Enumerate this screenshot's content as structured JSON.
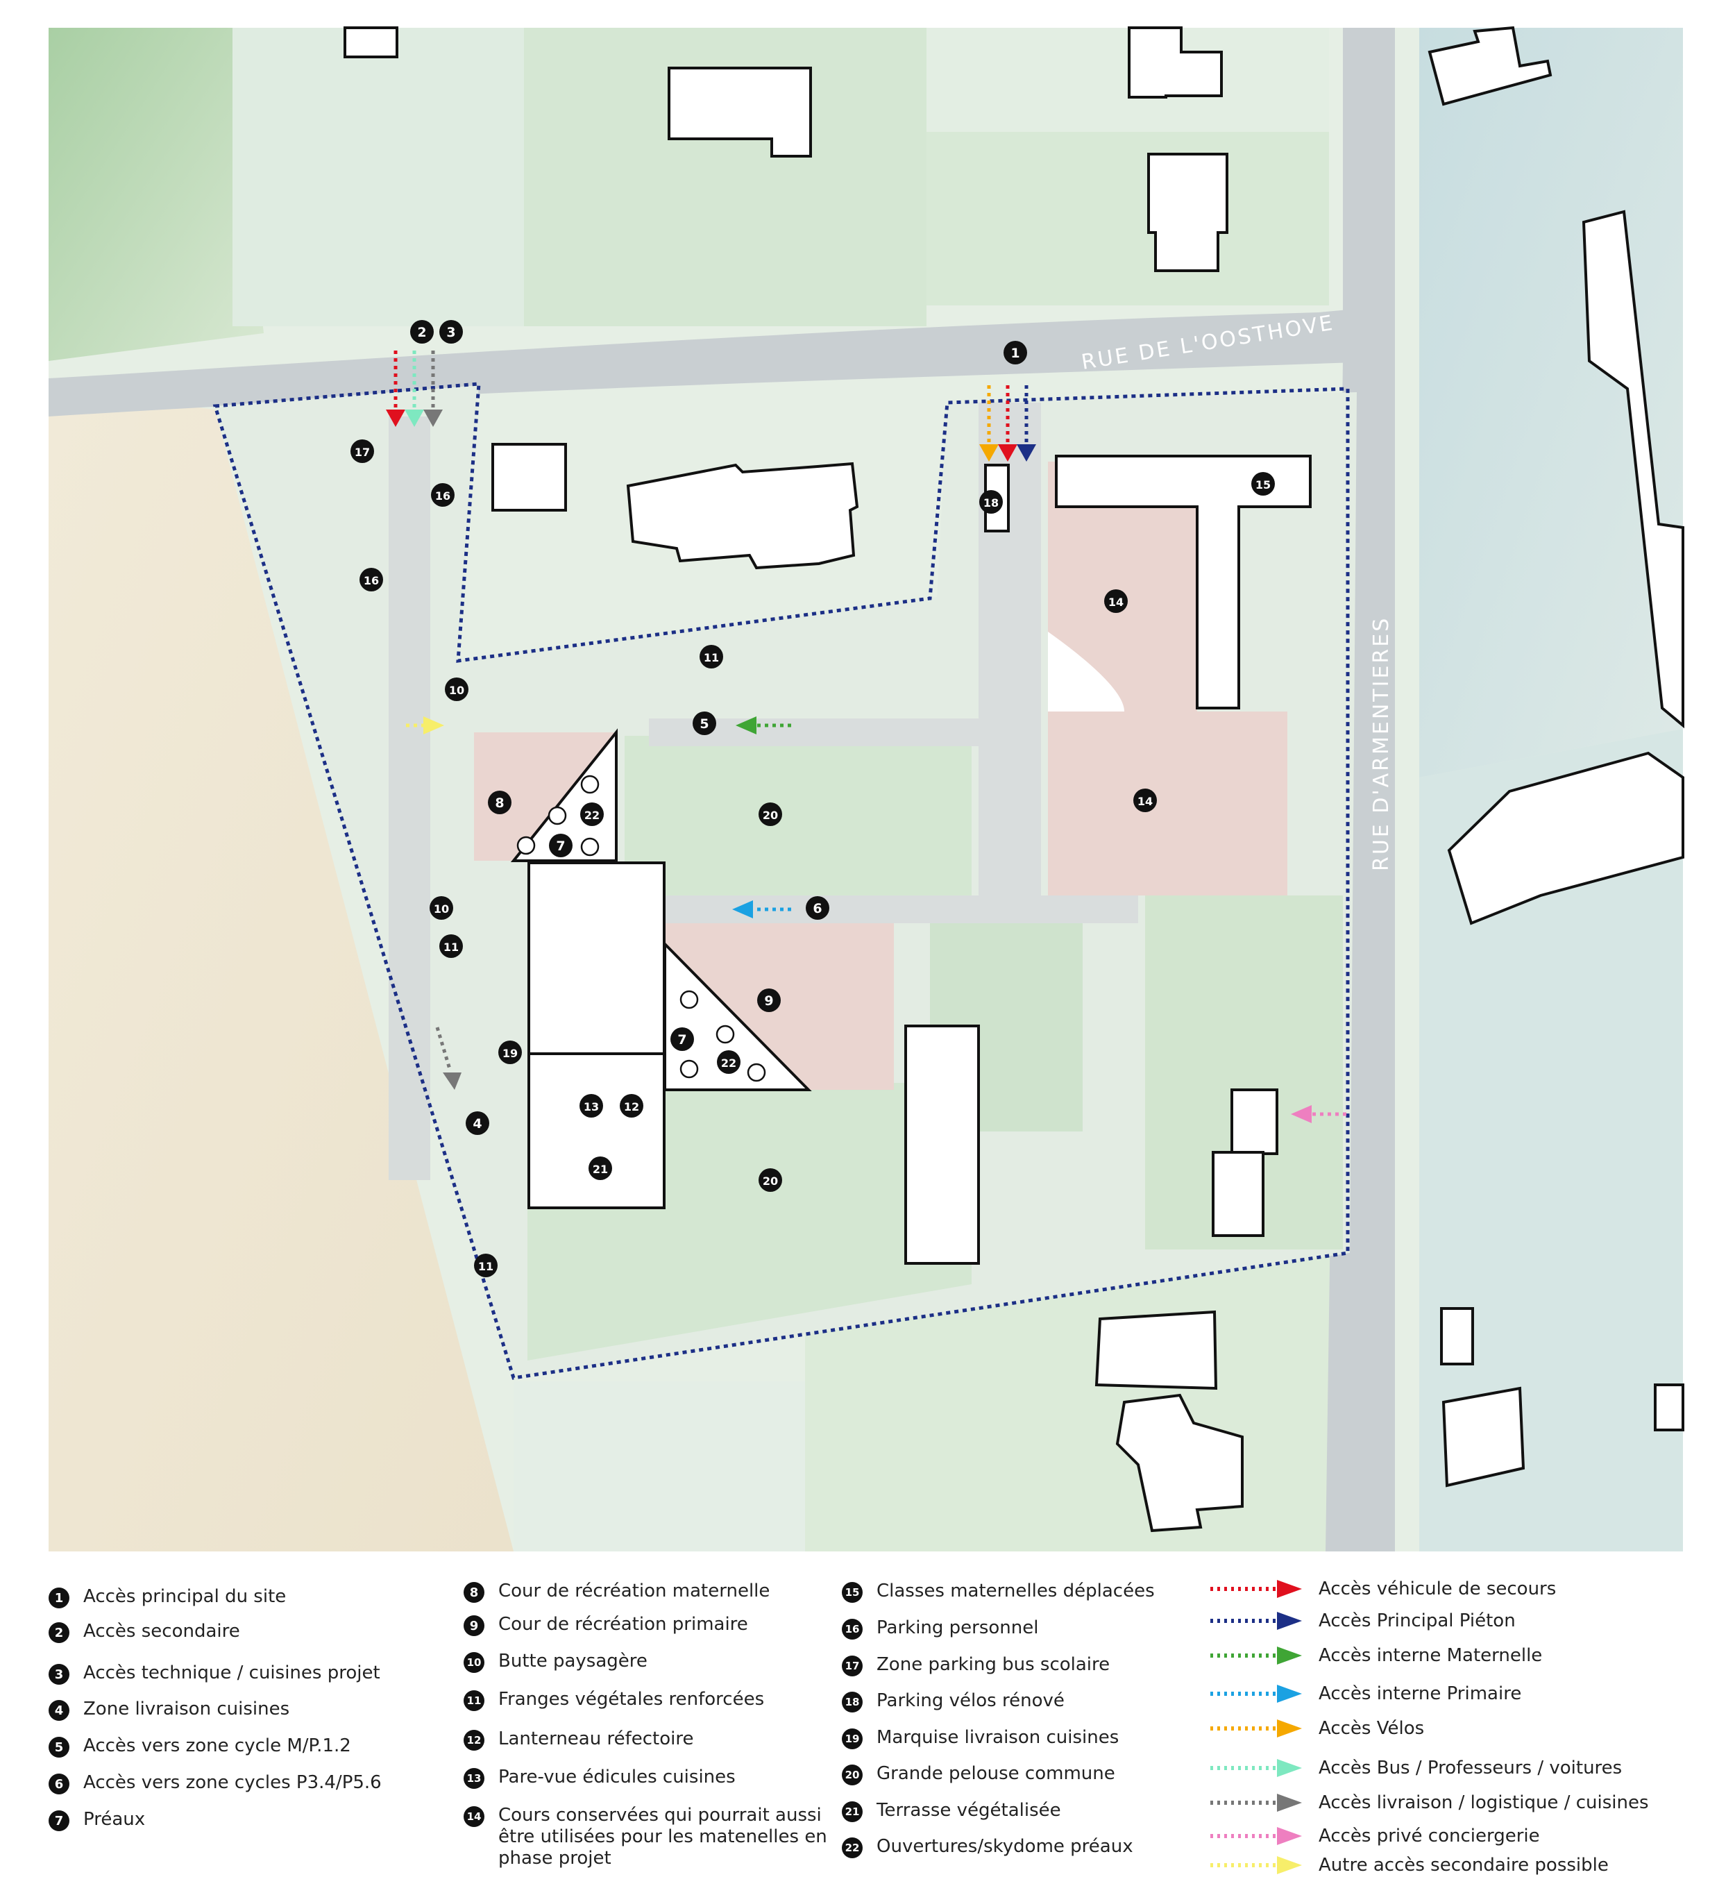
{
  "streets": {
    "north": "RUE DE L'OOSTHOVE",
    "east": "RUE D'ARMENTIERES"
  },
  "map_markers": [
    {
      "id": "marker-1",
      "number": "1"
    },
    {
      "id": "marker-2",
      "number": "2"
    },
    {
      "id": "marker-3",
      "number": "3"
    },
    {
      "id": "marker-4",
      "number": "4"
    },
    {
      "id": "marker-5",
      "number": "5"
    },
    {
      "id": "marker-6",
      "number": "6"
    },
    {
      "id": "marker-7a",
      "number": "7"
    },
    {
      "id": "marker-7b",
      "number": "7"
    },
    {
      "id": "marker-8",
      "number": "8"
    },
    {
      "id": "marker-9",
      "number": "9"
    },
    {
      "id": "marker-10a",
      "number": "10"
    },
    {
      "id": "marker-10b",
      "number": "10"
    },
    {
      "id": "marker-11a",
      "number": "11"
    },
    {
      "id": "marker-11b",
      "number": "11"
    },
    {
      "id": "marker-11c",
      "number": "11"
    },
    {
      "id": "marker-12",
      "number": "12"
    },
    {
      "id": "marker-13",
      "number": "13"
    },
    {
      "id": "marker-14a",
      "number": "14"
    },
    {
      "id": "marker-14b",
      "number": "14"
    },
    {
      "id": "marker-15",
      "number": "15"
    },
    {
      "id": "marker-16a",
      "number": "16"
    },
    {
      "id": "marker-16b",
      "number": "16"
    },
    {
      "id": "marker-17",
      "number": "17"
    },
    {
      "id": "marker-18",
      "number": "18"
    },
    {
      "id": "marker-19",
      "number": "19"
    },
    {
      "id": "marker-20a",
      "number": "20"
    },
    {
      "id": "marker-20b",
      "number": "20"
    },
    {
      "id": "marker-21",
      "number": "21"
    },
    {
      "id": "marker-22a",
      "number": "22"
    },
    {
      "id": "marker-22b",
      "number": "22"
    }
  ],
  "legend": {
    "col1": [
      {
        "number": "1",
        "label": "Accès principal du site"
      },
      {
        "number": "2",
        "label": "Accès secondaire"
      },
      {
        "number": "3",
        "label": "Accès technique / cuisines projet"
      },
      {
        "number": "4",
        "label": "Zone livraison cuisines"
      },
      {
        "number": "5",
        "label": "Accès vers zone cycle M/P.1.2"
      },
      {
        "number": "6",
        "label": "Accès vers zone cycles P3.4/P5.6"
      },
      {
        "number": "7",
        "label": "Préaux"
      }
    ],
    "col2": [
      {
        "number": "8",
        "label": "Cour de récréation maternelle"
      },
      {
        "number": "9",
        "label": "Cour de récréation primaire"
      },
      {
        "number": "10",
        "label": "Butte paysagère"
      },
      {
        "number": "11",
        "label": "Franges végétales renforcées"
      },
      {
        "number": "12",
        "label": "Lanterneau réfectoire"
      },
      {
        "number": "13",
        "label": "Pare-vue édicules cuisines"
      },
      {
        "number": "14",
        "label": "Cours conservées qui pourrait aussi être utilisées pour les matenelles en phase projet"
      }
    ],
    "col3": [
      {
        "number": "15",
        "label": "Classes maternelles déplacées"
      },
      {
        "number": "16",
        "label": "Parking personnel"
      },
      {
        "number": "17",
        "label": "Zone parking bus scolaire"
      },
      {
        "number": "18",
        "label": "Parking vélos rénové"
      },
      {
        "number": "19",
        "label": "Marquise livraison cuisines"
      },
      {
        "number": "20",
        "label": "Grande pelouse commune"
      },
      {
        "number": "21",
        "label": "Terrasse végétalisée"
      },
      {
        "number": "22",
        "label": "Ouvertures/skydome préaux"
      }
    ],
    "arrows": [
      {
        "label": "Accès véhicule de secours",
        "color": "#e0101e"
      },
      {
        "label": "Accès Principal Piéton",
        "color": "#1c2f86"
      },
      {
        "label": "Accès interne Maternelle",
        "color": "#3fa535"
      },
      {
        "label": "Accès interne Primaire",
        "color": "#1ba1e2"
      },
      {
        "label": "Accès Vélos",
        "color": "#f5a800"
      },
      {
        "label": "Accès Bus / Professeurs / voitures",
        "color": "#7ee8c0"
      },
      {
        "label": "Accès livraison / logistique / cuisines",
        "color": "#777777"
      },
      {
        "label": "Accès privé conciergerie",
        "color": "#ee7fc0"
      },
      {
        "label": "Autre accès secondaire possible",
        "color": "#f7ee6a"
      }
    ]
  }
}
